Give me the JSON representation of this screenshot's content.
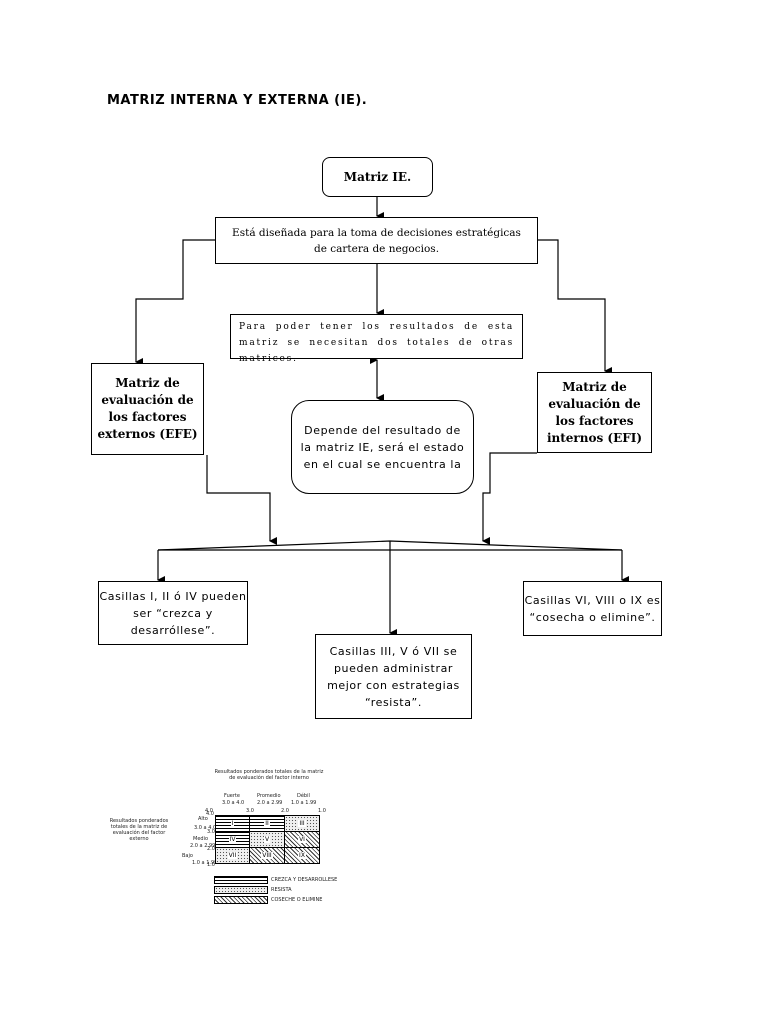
{
  "title": "MATRIZ INTERNA Y EXTERNA (IE).",
  "nodes": {
    "ie": "Matriz IE.",
    "design": "Está diseñada para la toma de decisiones estratégicas de cartera de negocios.",
    "need": "Para poder tener los resultados de esta matriz se necesitan dos totales de otras matrices.",
    "efe": "Matriz de evaluación de los factores externos (EFE)",
    "efi": "Matriz de evaluación de los factores internos (EFI)",
    "depende": "Depende del resultado de la matriz IE, será el estado en el cual se encuentra la",
    "cas1": "Casillas I, II ó IV pueden ser “crezca y desarróllese”.",
    "cas2": "Casillas III, V ó VII se pueden administrar mejor con estrategias “resista”.",
    "cas3": "Casillas VI, VIII o IX es “cosecha o elimine”."
  },
  "matrix_figure": {
    "heading": "Resultados ponderados totales de la matriz de evaluación del factor interno",
    "col_labels": [
      "Fuerte",
      "Promedio",
      "Débil"
    ],
    "col_ranges": [
      "3.0 a 4.0",
      "2.0 a 2.99",
      "1.0 a 1.99"
    ],
    "top_scale": [
      "4.0",
      "3.0",
      "2.0",
      "1.0"
    ],
    "left_title": "Resultados ponderados totales de la matriz de evaluación del factor externo",
    "row_labels": [
      "Alto",
      "Medio",
      "Bajo"
    ],
    "row_ranges": [
      "3.0 a 4.0",
      "2.0 a 2.99",
      "1.0 a 1.99"
    ],
    "left_scale": [
      "4.0",
      "3.0",
      "2.0",
      "1.0"
    ],
    "cells": [
      "I",
      "II",
      "III",
      "IV",
      "V",
      "VI",
      "VII",
      "VIII",
      "IX"
    ],
    "legend": [
      "CREZCA Y DESARROLLESE",
      "RESISTA",
      "COSECHE O ELIMINE"
    ]
  }
}
